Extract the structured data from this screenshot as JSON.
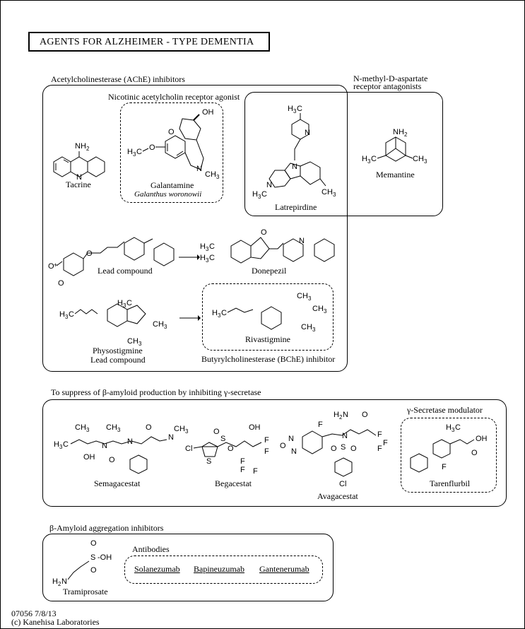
{
  "title": "AGENTS FOR ALZHEIMER - TYPE DEMENTIA",
  "groups": {
    "ache": "Acetylcholinesterase (AChE) inhibitors",
    "nicotinic": "Nicotinic acetylcholin receptor agonist",
    "nmda_line1": "N-methyl-D-aspartate",
    "nmda_line2": "receptor antagonists",
    "gamma": "To suppress of β-amyloid production by inhibiting γ-secretase",
    "gamma_modulator": "γ-Secretase modulator",
    "aggregation": "β-Amyloid aggregation inhibitors",
    "antibodies": "Antibodies",
    "bche": "Butyrylcholinesterase (BChE) inhibitor"
  },
  "compounds": {
    "tacrine": "Tacrine",
    "galantamine": "Galantamine",
    "galantamine_source": "Galanthus woronowii",
    "latrepirdine": "Latrepirdine",
    "memantine": "Memantine",
    "lead_compound": "Lead compound",
    "donepezil": "Donepezil",
    "physostigmine": "Physostigmine",
    "physostigmine_lead": "Lead compound",
    "rivastigmine": "Rivastigmine",
    "semagacestat": "Semagacestat",
    "begacestat": "Begacestat",
    "avagacestat": "Avagacestat",
    "tarenflurbil": "Tarenflurbil",
    "tramiprosate": "Tramiprosate"
  },
  "antibodies": [
    "Solanezumab",
    "Bapineuzumab",
    "Gantenerumab"
  ],
  "footer": {
    "code": "07056 7/8/13",
    "copyright": "(c) Kanehisa Laboratories"
  }
}
